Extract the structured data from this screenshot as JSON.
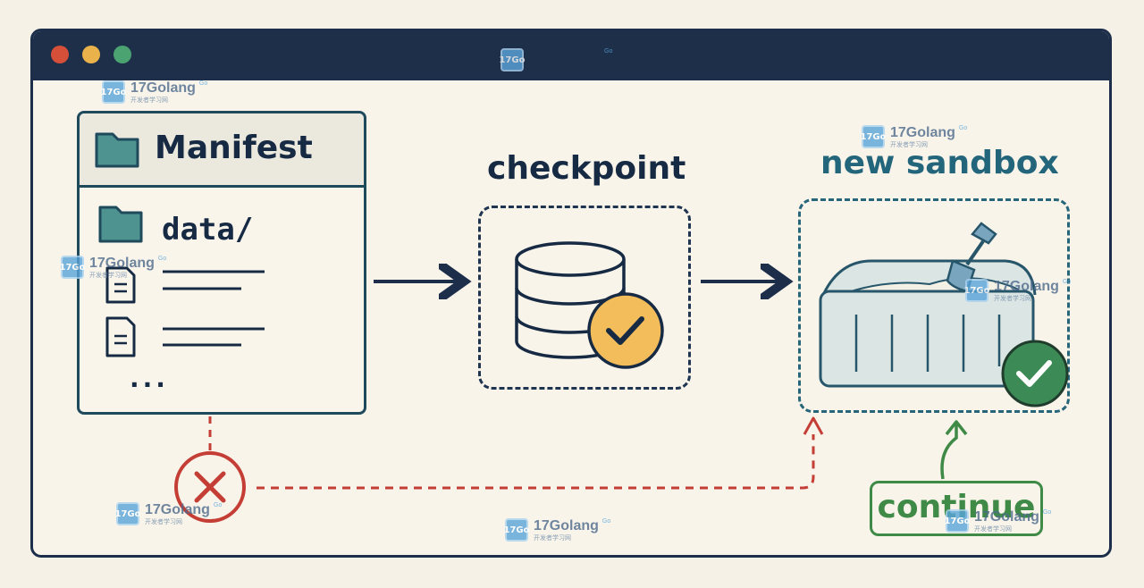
{
  "manifest": {
    "title": "Manifest",
    "folder_label": "data/",
    "ellipsis": "..."
  },
  "checkpoint": {
    "label": "checkpoint"
  },
  "sandbox": {
    "label": "new sandbox"
  },
  "continue_label": "continue",
  "watermark": {
    "brand": "17Golang",
    "sub": "开发者学习网",
    "go": "Go",
    "badge": "17Go"
  },
  "colors": {
    "navy": "#1c2e4a",
    "teal": "#23657a",
    "folder": "#4f9390",
    "check_yellow": "#f2bd5a",
    "check_green": "#3c8a55",
    "error_red": "#c43e35",
    "continue_green": "#3f8a47"
  },
  "icons": {
    "window_controls": [
      "close-dot",
      "minimize-dot",
      "maximize-dot"
    ],
    "manifest": "folder-icon",
    "data": "folder-icon",
    "files": "document-icon",
    "checkpoint": "database-icon",
    "checkpoint_status": "check-circle-icon",
    "sandbox": "sandbox-icon",
    "sandbox_status": "check-circle-icon",
    "failure": "x-circle-icon"
  }
}
